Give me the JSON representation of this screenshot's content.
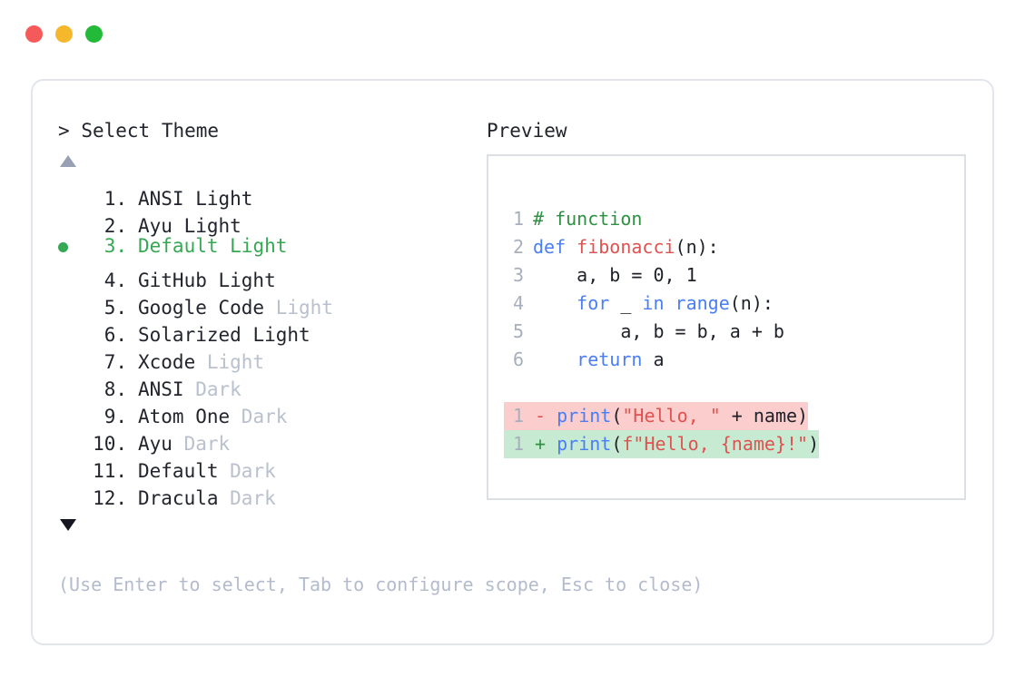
{
  "window": {
    "controls": [
      {
        "name": "close",
        "color": "#f6595a"
      },
      {
        "name": "minimize",
        "color": "#f5b82d"
      },
      {
        "name": "maximize",
        "color": "#23ba3a"
      }
    ]
  },
  "prompt": {
    "marker": ">",
    "title": "Select Theme",
    "scroll_up_icon": "triangle-up",
    "scroll_down_icon": "triangle-down"
  },
  "theme_list": {
    "selected_index": 3,
    "selected_color": "#35a853",
    "bullet_icon": "filled-circle",
    "items": [
      {
        "num": "1.",
        "name": "ANSI",
        "variant": "Light",
        "variant_muted": false,
        "selected": false
      },
      {
        "num": "2.",
        "name": "Ayu",
        "variant": "Light",
        "variant_muted": false,
        "selected": false
      },
      {
        "num": "3.",
        "name": "Default",
        "variant": "Light",
        "variant_muted": false,
        "selected": true
      },
      {
        "num": "4.",
        "name": "GitHub",
        "variant": "Light",
        "variant_muted": false,
        "selected": false
      },
      {
        "num": "5.",
        "name": "Google Code",
        "variant": "Light",
        "variant_muted": true,
        "selected": false
      },
      {
        "num": "6.",
        "name": "Solarized",
        "variant": "Light",
        "variant_muted": false,
        "selected": false
      },
      {
        "num": "7.",
        "name": "Xcode",
        "variant": "Light",
        "variant_muted": true,
        "selected": false
      },
      {
        "num": "8.",
        "name": "ANSI",
        "variant": "Dark",
        "variant_muted": true,
        "selected": false
      },
      {
        "num": "9.",
        "name": "Atom One",
        "variant": "Dark",
        "variant_muted": true,
        "selected": false
      },
      {
        "num": "10.",
        "name": "Ayu",
        "variant": "Dark",
        "variant_muted": true,
        "selected": false
      },
      {
        "num": "11.",
        "name": "Default",
        "variant": "Dark",
        "variant_muted": true,
        "selected": false
      },
      {
        "num": "12.",
        "name": "Dracula",
        "variant": "Dark",
        "variant_muted": true,
        "selected": false
      }
    ]
  },
  "preview": {
    "title": "Preview",
    "code_lines": [
      {
        "ln": "1",
        "tokens": [
          {
            "t": "# function",
            "c": "cmt"
          }
        ]
      },
      {
        "ln": "2",
        "tokens": [
          {
            "t": "def ",
            "c": "kw"
          },
          {
            "t": "fibonacci",
            "c": "fn"
          },
          {
            "t": "(n):",
            "c": "txt"
          }
        ]
      },
      {
        "ln": "3",
        "tokens": [
          {
            "t": "    a, b = 0, 1",
            "c": "txt"
          }
        ]
      },
      {
        "ln": "4",
        "tokens": [
          {
            "t": "    ",
            "c": "txt"
          },
          {
            "t": "for",
            "c": "kw"
          },
          {
            "t": " _ ",
            "c": "txt"
          },
          {
            "t": "in range",
            "c": "kw"
          },
          {
            "t": "(n):",
            "c": "txt"
          }
        ]
      },
      {
        "ln": "5",
        "tokens": [
          {
            "t": "        a, b = b, a + b",
            "c": "txt"
          }
        ]
      },
      {
        "ln": "6",
        "tokens": [
          {
            "t": "    ",
            "c": "txt"
          },
          {
            "t": "return",
            "c": "kw"
          },
          {
            "t": " a",
            "c": "txt"
          }
        ]
      }
    ],
    "diff_lines": [
      {
        "ln": "1",
        "sign": "-",
        "kind": "minus",
        "tokens": [
          {
            "t": "print",
            "c": "kw"
          },
          {
            "t": "(",
            "c": "txt"
          },
          {
            "t": "\"Hello, \"",
            "c": "str"
          },
          {
            "t": " + name)",
            "c": "txt"
          }
        ]
      },
      {
        "ln": "1",
        "sign": "+",
        "kind": "plus",
        "tokens": [
          {
            "t": "print",
            "c": "kw"
          },
          {
            "t": "(",
            "c": "txt"
          },
          {
            "t": "f\"Hello, {name}!\"",
            "c": "str"
          },
          {
            "t": ")",
            "c": "txt"
          }
        ]
      }
    ]
  },
  "footer": {
    "hint": "(Use Enter to select, Tab to configure scope, Esc to close)"
  }
}
